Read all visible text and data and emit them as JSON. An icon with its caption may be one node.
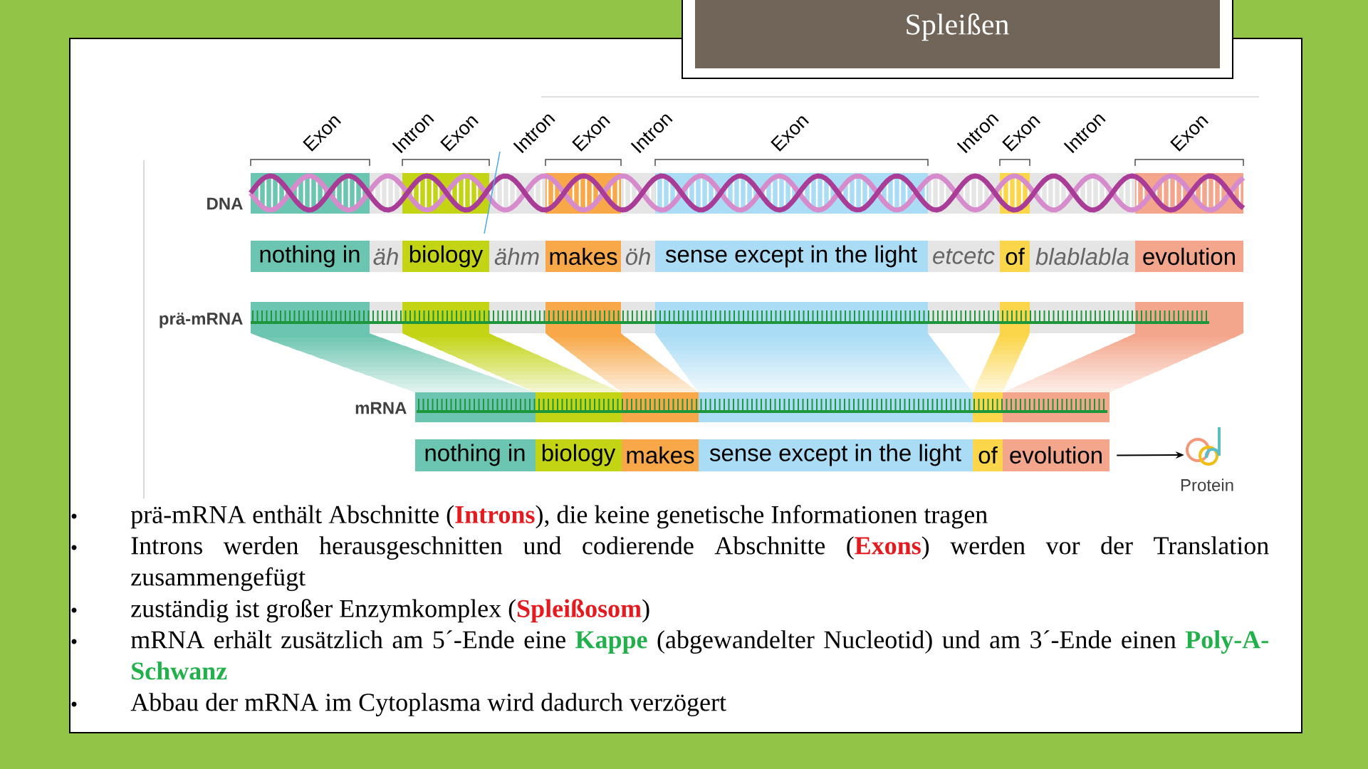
{
  "diagram": {
    "title": "Spleißen",
    "nodes": [
      {
        "text": [
          "nothing in",
          "biology",
          "makes",
          "sense except in the light",
          "of",
          "evolution"
        ]
      },
      {
        "text": [
          "Protein"
        ]
      }
    ],
    "edges": [
      {
        "from": 0,
        "to": 1,
        "arrow": "to"
      }
    ],
    "labels": [
      "Exon",
      "Intron",
      "Exon",
      "Intron",
      "Exon",
      "Intron",
      "Exon",
      "Intron",
      "Exon",
      "Intron",
      "Exon",
      "DNA",
      "nothing in",
      "äh",
      "biology",
      "ähm",
      "makes",
      "öh",
      "sense except in the light",
      "etcetc",
      "of",
      "blablabla",
      "evolution",
      "prä-mRNA",
      "mRNA",
      "prä-mRNA enthält Abschnitte (**Introns**), die keine genetische Informationen tragen",
      "Introns werden herausgeschnitten und codierende Abschnitte (**Exons**) werden vor der Translation zusammengefügt",
      "zuständig ist großer Enzymkomplex (**Spleißosom**)",
      "mRNA erhält zusätzlich am 5´-Ende eine **Kappe** (abgewandelter Nucleotid) und am 3´-Ende einen **Poly-A-Schwanz**",
      "Abbau der mRNA im Cytoplasma wird dadurch verzögert"
    ]
  }
}
